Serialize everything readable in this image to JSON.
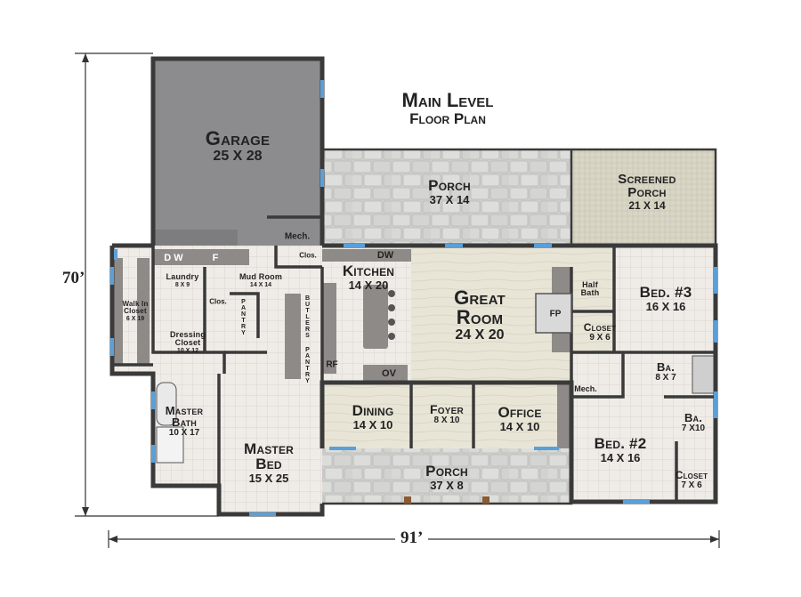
{
  "title": {
    "line1": "Main Level",
    "line2": "Floor Plan"
  },
  "dimensions": {
    "height": "70’",
    "width": "91’"
  },
  "rooms": {
    "garage": {
      "name": "Garage",
      "size": "25 X 28"
    },
    "porch_back": {
      "name": "Porch",
      "size": "37 X 14"
    },
    "screened_porch": {
      "name1": "Screened",
      "name2": "Porch",
      "size": "21 X 14"
    },
    "kitchen": {
      "name": "Kitchen",
      "size": "14 X 20"
    },
    "great_room": {
      "name1": "Great",
      "name2": "Room",
      "size": "24 X 20"
    },
    "bed3": {
      "name": "Bed. #3",
      "size": "16 X 16"
    },
    "half_bath": {
      "name1": "Half",
      "name2": "Bath"
    },
    "closet_bed3": {
      "name": "Closet",
      "size": "9 X 6"
    },
    "laundry": {
      "name": "Laundry",
      "size": "8 X 9"
    },
    "mud_room": {
      "name": "Mud Room",
      "size": "14 X 14"
    },
    "walk_in_closet": {
      "name1": "Walk In",
      "name2": "Closet",
      "size": "6 X 19"
    },
    "dressing_closet": {
      "name1": "Dressing",
      "name2": "Closet",
      "size": "10 X 12"
    },
    "master_bath": {
      "name1": "Master",
      "name2": "Bath",
      "size": "10 X 17"
    },
    "master_bed": {
      "name1": "Master",
      "name2": "Bed",
      "size": "15 X 25"
    },
    "dining": {
      "name": "Dining",
      "size": "14 X 10"
    },
    "foyer": {
      "name": "Foyer",
      "size": "8 X 10"
    },
    "office": {
      "name": "Office",
      "size": "14 X 10"
    },
    "porch_front": {
      "name": "Porch",
      "size": "37 X 8"
    },
    "bed2": {
      "name": "Bed. #2",
      "size": "14 X 16"
    },
    "bath_a": {
      "name": "Ba.",
      "size": "8 X 7"
    },
    "bath_b": {
      "name": "Ba.",
      "size": "7 X10"
    },
    "closet_bed2": {
      "name": "Closet",
      "size": "7 X 6"
    }
  },
  "tags": {
    "mech_garage": "Mech.",
    "mech_office": "Mech.",
    "clos_mud": "Clos.",
    "clos_laundry": "Clos.",
    "dw_laundry": "D W",
    "fridge_laundry": "F",
    "dw_kitchen": "DW",
    "oven": "OV",
    "refrigerator": "RF",
    "fireplace": "FP",
    "pantry": "PANTRY",
    "butlers": "BUTLERS",
    "butlers_pantry": "PANTRY"
  },
  "colors": {
    "wall": "#3a3a3a",
    "garage": "#8c8b8e",
    "stone": "#cfd0ce",
    "wood": "#e7e4d6",
    "tile": "#eeeae6",
    "screen": "#d8d6c8",
    "window": "#5aa0d8",
    "counter": "#8e8a88"
  }
}
